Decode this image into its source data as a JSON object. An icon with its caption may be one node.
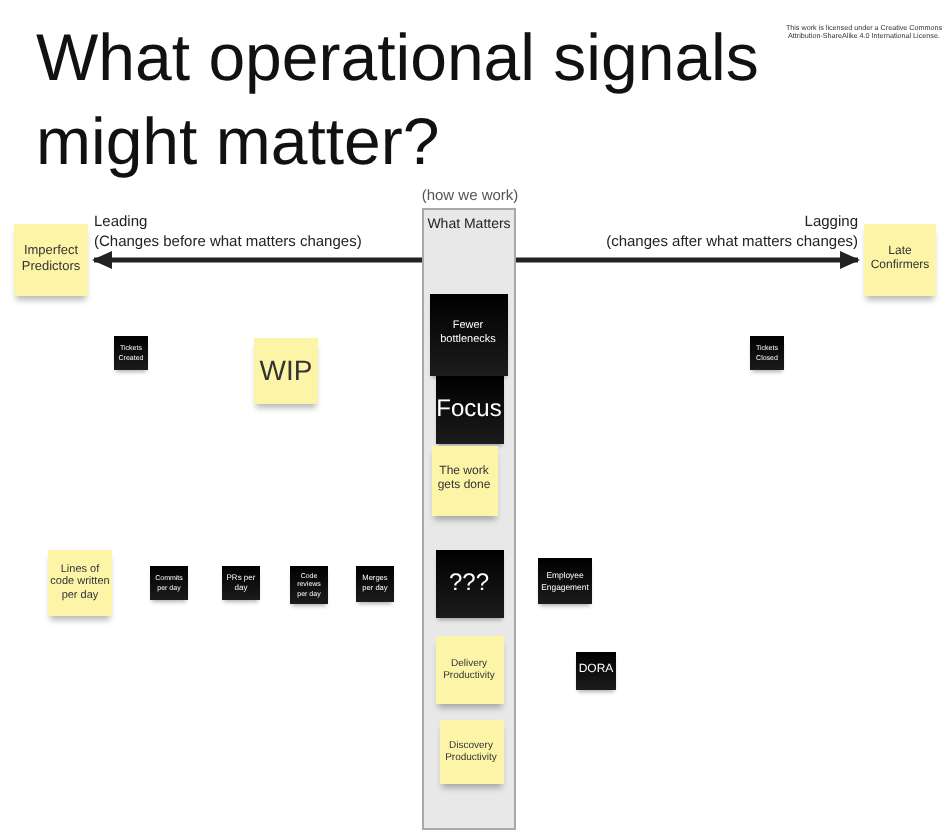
{
  "diagram": {
    "title": "What operational signals might matter?",
    "nodes": [
      {
        "text": [
          "Imperfect Predictors"
        ]
      },
      {
        "text": [
          "What Matters"
        ]
      },
      {
        "text": [
          "Fewer bottlenecks"
        ],
        "in": 1
      },
      {
        "text": [
          "Focus"
        ],
        "in": 1
      },
      {
        "text": [
          "The work gets done"
        ],
        "in": 1
      },
      {
        "text": [
          "???"
        ],
        "in": 1
      },
      {
        "text": [
          "Delivery Productivity"
        ],
        "in": 1
      },
      {
        "text": [
          "Discovery Productivity"
        ],
        "in": 1
      },
      {
        "text": [
          "Late Confirmers"
        ]
      },
      {
        "text": [
          "Tickets Created"
        ]
      },
      {
        "text": [
          "WIP"
        ]
      },
      {
        "text": [
          "Tickets Closed"
        ]
      },
      {
        "text": [
          "Lines of code written per day"
        ]
      },
      {
        "text": [
          "Commits per day"
        ]
      },
      {
        "text": [
          "PRs per day"
        ]
      },
      {
        "text": [
          "Code reviews per day"
        ]
      },
      {
        "text": [
          "Merges per day"
        ]
      },
      {
        "text": [
          "Employee Engagement"
        ]
      },
      {
        "text": [
          "DORA"
        ]
      }
    ],
    "edges": [
      {
        "from": 1,
        "to": 0,
        "arrow": "to",
        "label": "Leading (Changes before what matters changes)"
      },
      {
        "from": 1,
        "to": 8,
        "arrow": "to",
        "label": "Lagging (changes after what matters changes)"
      }
    ],
    "labels": [
      "This work is licensed under a Creative Commons Attribution-ShareAlike 4.0 International License.",
      "(how we work)"
    ]
  }
}
